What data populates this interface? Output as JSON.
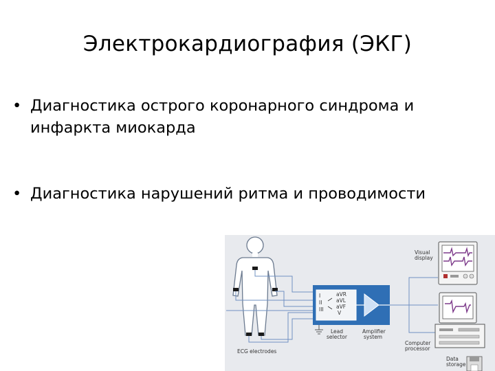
{
  "slide": {
    "title": "Электрокардиография (ЭКГ)",
    "bullets": [
      {
        "marker": "•",
        "text": "Диагностика острого коронарного синдрома и инфаркта миокарда"
      },
      {
        "marker": "•",
        "text": "Диагностика нарушений ритма и проводимости"
      }
    ]
  },
  "diagram": {
    "labels": {
      "ecg_electrodes": "ECG electrodes",
      "lead_selector_1": "Lead",
      "lead_selector_2": "selector",
      "amplifier_1": "Amplifier",
      "amplifier_2": "system",
      "visual_display_1": "Visual",
      "visual_display_2": "display",
      "computer_1": "Computer",
      "computer_2": "processor",
      "data_storage_1": "Data",
      "data_storage_2": "storage",
      "lead_i": "I",
      "lead_ii": "II",
      "lead_iii": "III",
      "lead_avr": "aVR",
      "lead_avl": "aVL",
      "lead_avf": "aVF",
      "lead_v": "V"
    },
    "colors": {
      "panel_background": "#e8eaee",
      "body_outline": "#6b7a8f",
      "wire": "#6f90c2",
      "amplifier_box": "#2f6fb5",
      "trace": "#7d3a8a"
    }
  }
}
